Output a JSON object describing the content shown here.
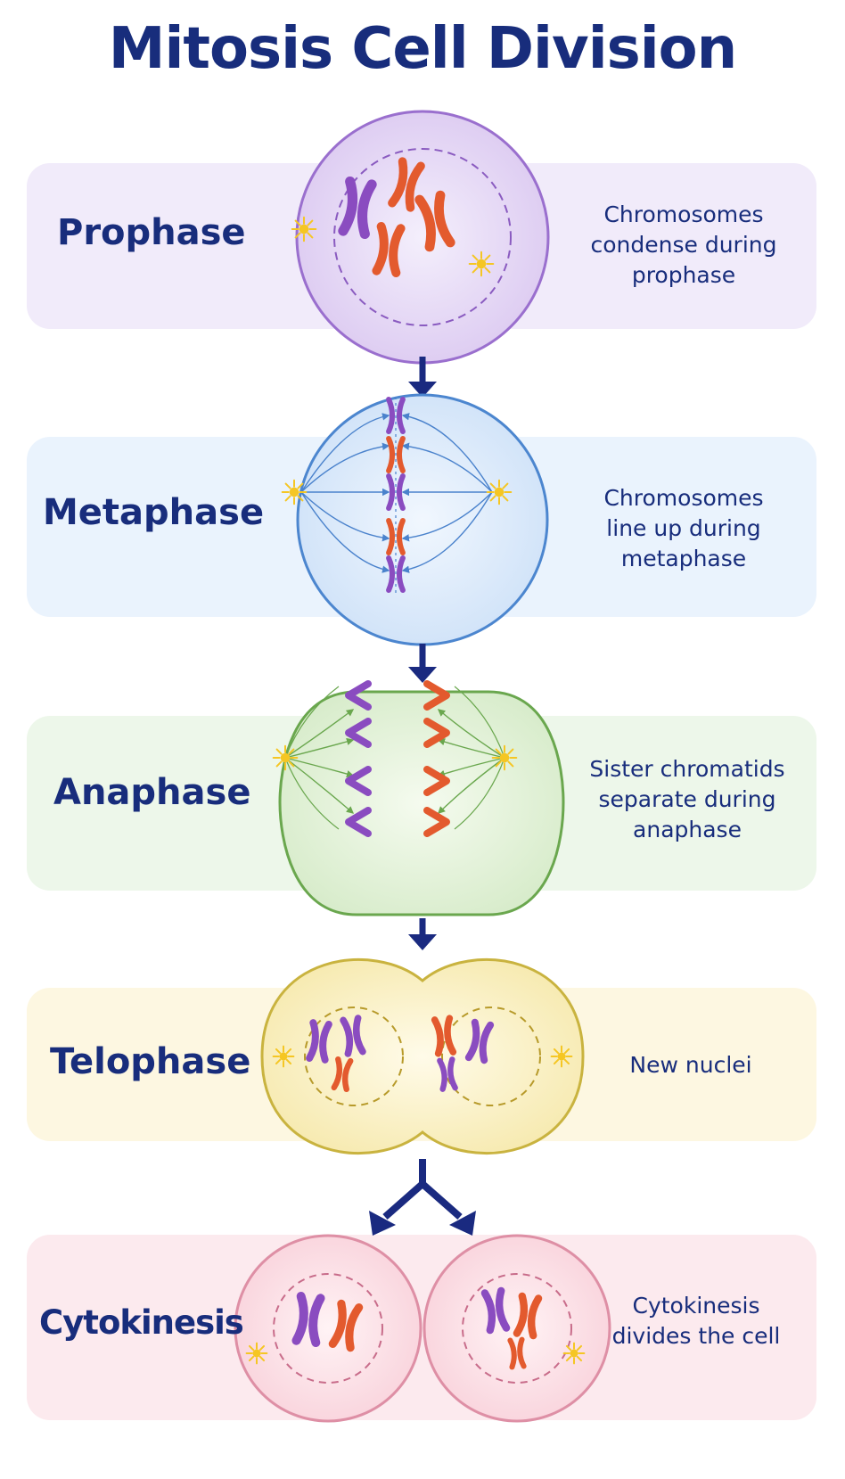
{
  "title": "Mitosis Cell Division",
  "colors": {
    "title": "#182d7c",
    "arrow": "#1a2a80",
    "purple_chromosome": "#8a4cc0",
    "red_chromosome": "#e35a2e",
    "centrosome": "#f5c623"
  },
  "phases": [
    {
      "name": "Prophase",
      "description": [
        "Chromosomes",
        "condense during",
        "prophase"
      ]
    },
    {
      "name": "Metaphase",
      "description": [
        "Chromosomes",
        "line up during",
        "metaphase"
      ]
    },
    {
      "name": "Anaphase",
      "description": [
        "Sister chromatids",
        "separate during",
        "anaphase"
      ]
    },
    {
      "name": "Telophase",
      "description": [
        "New nuclei"
      ]
    },
    {
      "name": "Cytokinesis",
      "description": [
        "Cytokinesis",
        "divides the cell"
      ]
    }
  ]
}
